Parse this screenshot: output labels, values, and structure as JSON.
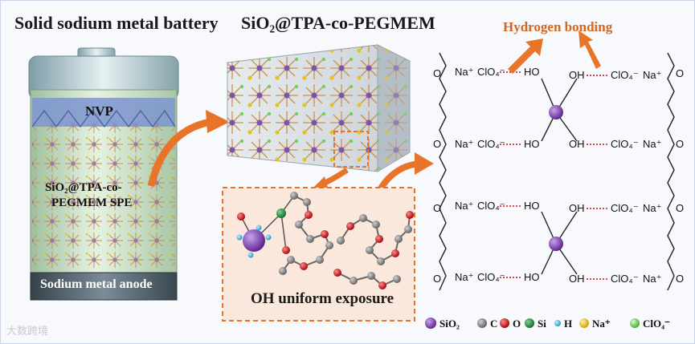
{
  "titles": {
    "left": "Solid sodium metal battery",
    "mid": "SiO₂@TPA-co-PEGMEM",
    "hbond": "Hydrogen bonding"
  },
  "battery": {
    "nvp": "NVP",
    "spe_line1": "SiO₂@TPA-co-",
    "spe_line2": "PEGMEM SPE",
    "anode": "Sodium metal anode"
  },
  "zoom_caption": "OH uniform exposure",
  "chem": {
    "na": "Na⁺",
    "clo4": "ClO₄⁻",
    "ho": "HO",
    "oh": "OH",
    "o": "O"
  },
  "legend": [
    {
      "label": "SiO₂",
      "color": "#6a2fa0",
      "icon": "sio2-sphere"
    },
    {
      "label": "C",
      "color": "#7a7a7a",
      "icon": "carbon-sphere"
    },
    {
      "label": "O",
      "color": "#d01010",
      "icon": "oxygen-sphere"
    },
    {
      "label": "Si",
      "color": "#1f8a3a",
      "icon": "silicon-sphere"
    },
    {
      "label": "H",
      "color": "#3ab6e0",
      "icon": "hydrogen-sphere"
    },
    {
      "label": "Na⁺",
      "color": "#e8c21a",
      "icon": "sodium-sphere"
    },
    {
      "label": "ClO₄⁻",
      "color": "#6ed15a",
      "icon": "perchlorate-sphere"
    }
  ],
  "watermark": "大数跨境",
  "colors": {
    "arrow": "#e8742a",
    "hbond": "#d4661f",
    "battery_body": "#cfe6cf",
    "anode": "#4a5a66"
  }
}
